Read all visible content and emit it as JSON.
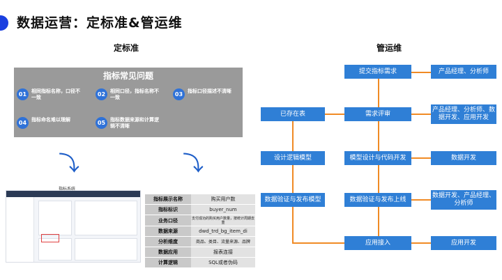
{
  "title": "数据运营：定标准&管运维",
  "left": {
    "heading": "定标准",
    "panel_title": "指标常见问题",
    "issues": [
      {
        "num": "01",
        "text": "相同指标名称，口径不一致"
      },
      {
        "num": "02",
        "text": "相同口径，指标名称不一致"
      },
      {
        "num": "03",
        "text": "指标口径描述不清晰"
      },
      {
        "num": "04",
        "text": "指标命名难以理解"
      },
      {
        "num": "05",
        "text": "指标数据来源和计算逻辑不清晰"
      }
    ],
    "screenshot_caption": "指标系统",
    "table": [
      {
        "key": "指标展示名称",
        "value": "购买用户数"
      },
      {
        "key": "指标标识",
        "value": "buyer_num"
      },
      {
        "key": "业务口径",
        "value": "支付成功的购买用户数量，按统计周期去重"
      },
      {
        "key": "数据来源",
        "value": "dwd_trd_bg_item_di"
      },
      {
        "key": "分析维度",
        "value": "商品、类目、流量来源、品牌"
      },
      {
        "key": "数据应用",
        "value": "报表连接"
      },
      {
        "key": "计算逻辑",
        "value": "SQL或者伪码"
      }
    ]
  },
  "right": {
    "heading": "管运维",
    "flow": {
      "submit": "提交指标需求",
      "submit_role": "产品经理、分析师",
      "review": "需求评审",
      "review_role": "产品经理、分析师、数据开发、应用开发",
      "exists": "已存在表",
      "design_logic": "设计逻辑模型",
      "design_model": "模型设计与代码开发",
      "design_role": "数据开发",
      "validate_left": "数据验证与发布模型",
      "validate_main": "数据验证与发布上线",
      "validate_role": "数据开发、产品经理、分析师",
      "apply": "应用接入",
      "apply_role": "应用开发"
    }
  }
}
